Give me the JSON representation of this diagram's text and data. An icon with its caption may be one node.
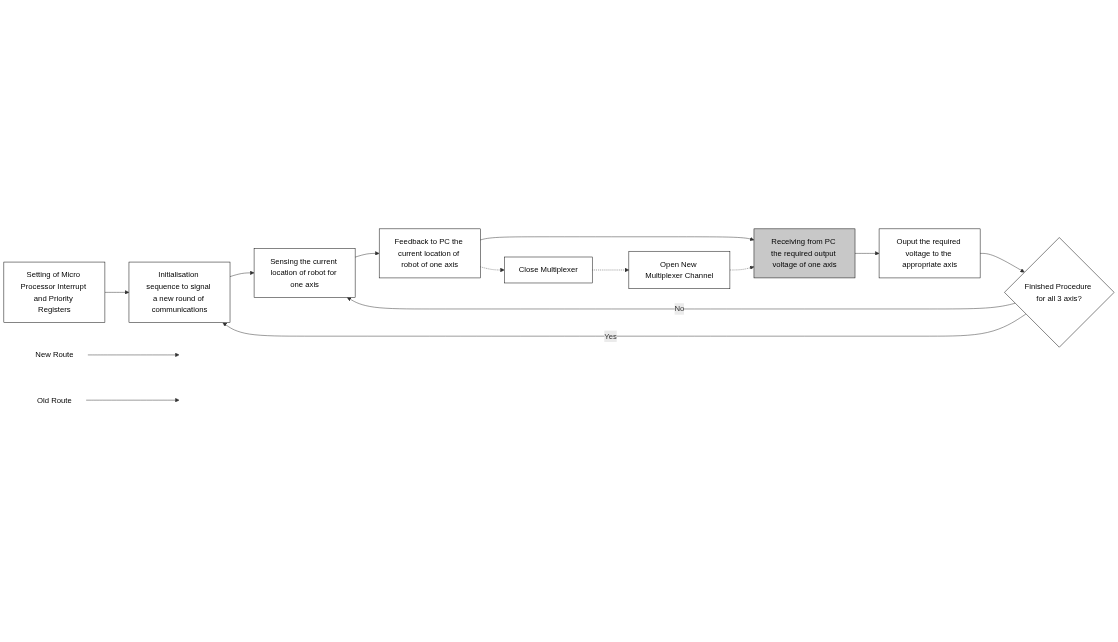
{
  "diagram": {
    "nodes": [
      {
        "text": [
          "Setting of Micro Processor Interrupt and Priority Registers"
        ]
      },
      {
        "text": [
          "Initialisation sequence to signal a new round of communications"
        ]
      },
      {
        "text": [
          "Sensing the current location of robot for one axis"
        ]
      },
      {
        "text": [
          "Feedback to PC the current location of robot of one axis"
        ]
      },
      {
        "text": [
          "Close Multiplexer"
        ]
      },
      {
        "text": [
          "Open New Multiplexer Channel"
        ]
      },
      {
        "text": [
          "Receiving from PC the required output voltage of one axis"
        ]
      },
      {
        "text": [
          "Ouput the required voltage to the appropriate axis"
        ]
      },
      {
        "text": [
          "Finished Procedure for all 3 axis?"
        ]
      },
      {
        "text": [
          "New Route"
        ]
      },
      {
        "text": [
          "Old Route"
        ]
      }
    ],
    "edges": [
      {
        "from": 0,
        "to": 1,
        "arrow": "to"
      },
      {
        "from": 1,
        "to": 2,
        "arrow": "to"
      },
      {
        "from": 2,
        "to": 3,
        "arrow": "to"
      },
      {
        "from": 3,
        "to": 6,
        "arrow": "to"
      },
      {
        "from": 3,
        "to": 4,
        "arrow": "to",
        "style": "dashed"
      },
      {
        "from": 4,
        "to": 5,
        "arrow": "to",
        "style": "dashed"
      },
      {
        "from": 5,
        "to": 6,
        "arrow": "to",
        "style": "dashed"
      },
      {
        "from": 6,
        "to": 7,
        "arrow": "to"
      },
      {
        "from": 7,
        "to": 8,
        "arrow": "to"
      },
      {
        "from": 8,
        "to": 2,
        "arrow": "to",
        "label": "No"
      },
      {
        "from": 8,
        "to": 1,
        "arrow": "to",
        "label": "Yes"
      },
      {
        "from": 9,
        "to": null,
        "arrow": "to"
      },
      {
        "from": 10,
        "to": null,
        "arrow": "to"
      }
    ]
  }
}
